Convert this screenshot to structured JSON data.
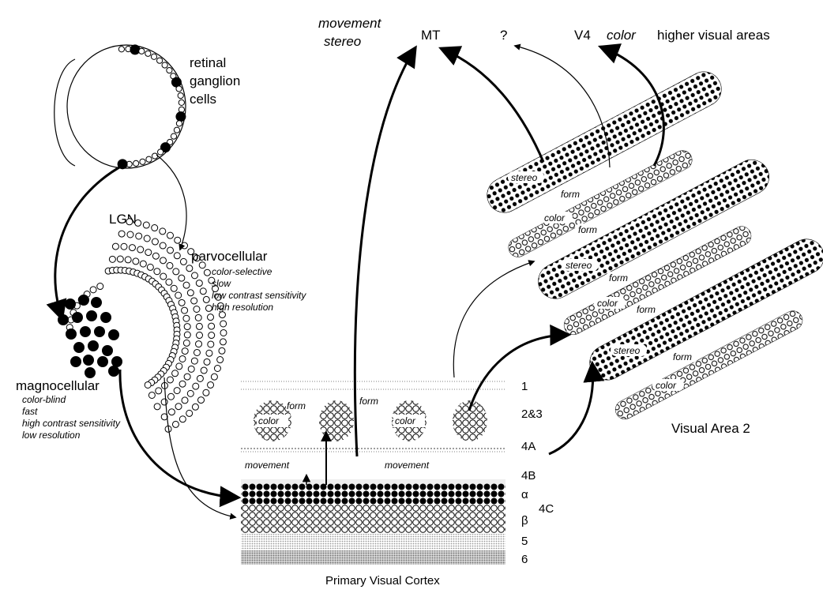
{
  "diagram": {
    "retina_label": [
      "retinal",
      "ganglion",
      "cells"
    ],
    "lgn_label": "LGN",
    "parvo": {
      "title": "parvocellular",
      "properties": [
        "color-selective",
        "slow",
        "low contrast sensitivity",
        "high resolution"
      ]
    },
    "magno": {
      "title": "magnocellular",
      "properties": [
        "color-blind",
        "fast",
        "high contrast sensitivity",
        "low resolution"
      ]
    },
    "targets": {
      "mt_function": [
        "movement",
        "stereo"
      ],
      "mt": "MT",
      "unknown": "?",
      "v4": "V4",
      "v4_function": "color",
      "higher": "higher visual areas"
    },
    "v1": {
      "title": "Primary Visual Cortex",
      "layers": {
        "l1": "1",
        "l23": "2&3",
        "l4a": "4A",
        "l4b": "4B",
        "alpha": "α",
        "beta": "β",
        "l4c": "4C",
        "l5": "5",
        "l6": "6"
      },
      "blob_labels": [
        "form",
        "form",
        "color",
        "color"
      ],
      "movement_labels": [
        "movement",
        "movement"
      ]
    },
    "v2": {
      "title": "Visual Area 2",
      "stripe_labels": {
        "stereo": [
          "stereo",
          "stereo",
          "stereo"
        ],
        "form": [
          "form",
          "form",
          "form",
          "form",
          "form"
        ],
        "color": [
          "color",
          "color",
          "color"
        ]
      }
    },
    "colors": {
      "ink": "#000000",
      "paper": "#ffffff",
      "shade": "#bbbbbb"
    }
  }
}
